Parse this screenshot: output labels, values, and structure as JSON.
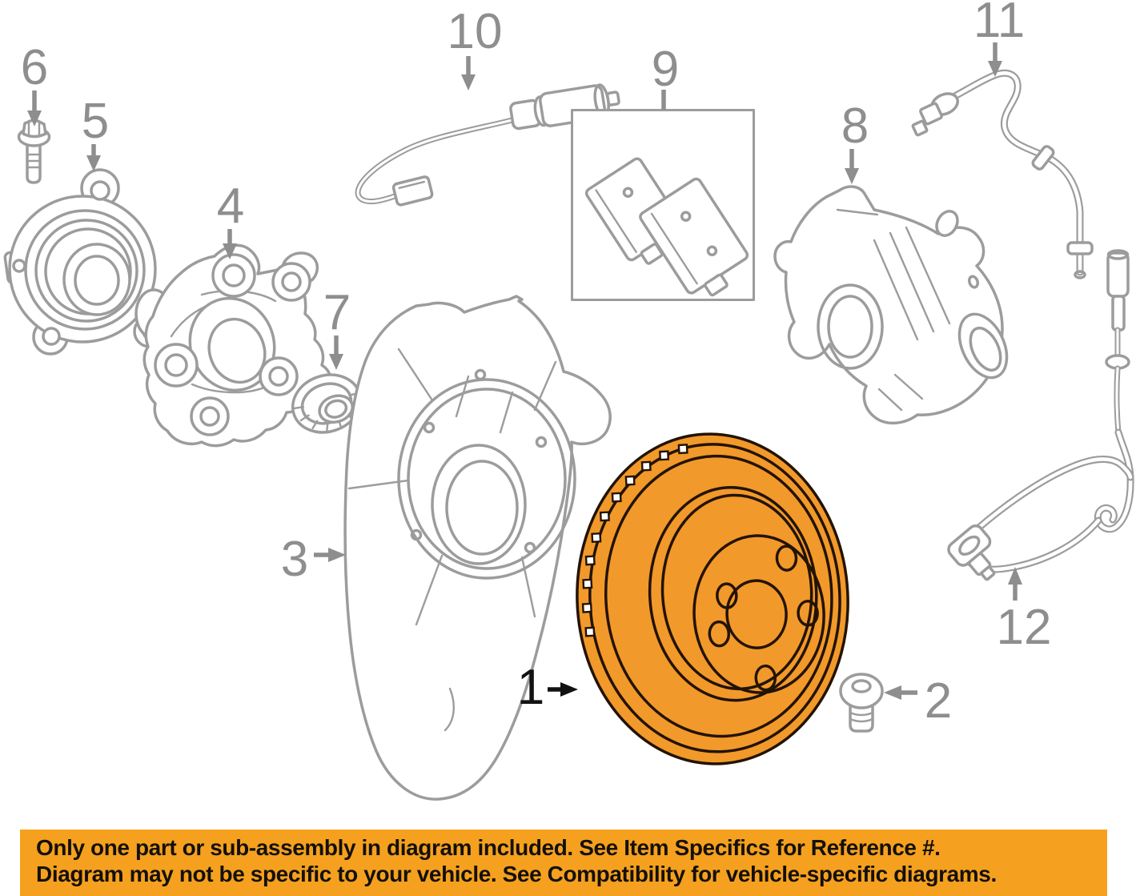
{
  "colors": {
    "line_art": "#9C9C9C",
    "label_gray": "#8E8E8E",
    "highlight_orange": "#F2992B",
    "highlight_outline": "#231303",
    "banner_bg": "#F5A11F",
    "banner_text": "#14100B",
    "background": "#FFFFFF"
  },
  "parts": [
    {
      "number": "1",
      "name": "brake disc rotor",
      "highlighted": true
    },
    {
      "number": "2",
      "name": "disc retaining screw",
      "highlighted": false
    },
    {
      "number": "3",
      "name": "brake backing splash shield",
      "highlighted": false
    },
    {
      "number": "4",
      "name": "wheel carrier hub",
      "highlighted": false
    },
    {
      "number": "5",
      "name": "wheel hub bearing flange",
      "highlighted": false
    },
    {
      "number": "6",
      "name": "hex flange bolt",
      "highlighted": false
    },
    {
      "number": "7",
      "name": "tapered bearing",
      "highlighted": false
    },
    {
      "number": "8",
      "name": "brake caliper",
      "highlighted": false
    },
    {
      "number": "9",
      "name": "brake pad set",
      "highlighted": false
    },
    {
      "number": "10",
      "name": "brake pad wear sensor",
      "highlighted": false
    },
    {
      "number": "11",
      "name": "brake hose",
      "highlighted": false
    },
    {
      "number": "12",
      "name": "abs wheel speed sensor",
      "highlighted": false
    }
  ],
  "banner": {
    "line1": "Only one part or sub-assembly in diagram included. See Item Specifics for Reference #.",
    "line2": "Diagram may not be specific to your vehicle. See Compatibility for vehicle-specific diagrams."
  }
}
